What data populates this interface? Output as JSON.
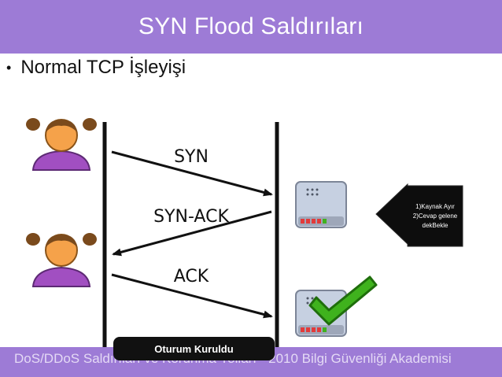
{
  "slide": {
    "title": "SYN Flood Saldırıları",
    "bullet": "Normal TCP İşleyişi",
    "footer": "DoS/DDoS Saldırıları ve Korunma Yolları - 2010 Bilgi Güvenliği Akademisi"
  },
  "diagram": {
    "messages": [
      "SYN",
      "SYN-ACK",
      "ACK"
    ],
    "callout_lines": [
      "1)Kaynak Ayır",
      "2)Cevap gelene",
      "dekBekle"
    ],
    "session_label": "Oturum Kuruldu"
  },
  "colors": {
    "title_bar": "#9d7bd6",
    "user_face": "#f5a24a",
    "user_body": "#a14fc1",
    "server": "#c6d0e1",
    "check": "#3fb21d"
  },
  "icons": [
    "user-icon",
    "server-icon",
    "checkmark-icon"
  ]
}
